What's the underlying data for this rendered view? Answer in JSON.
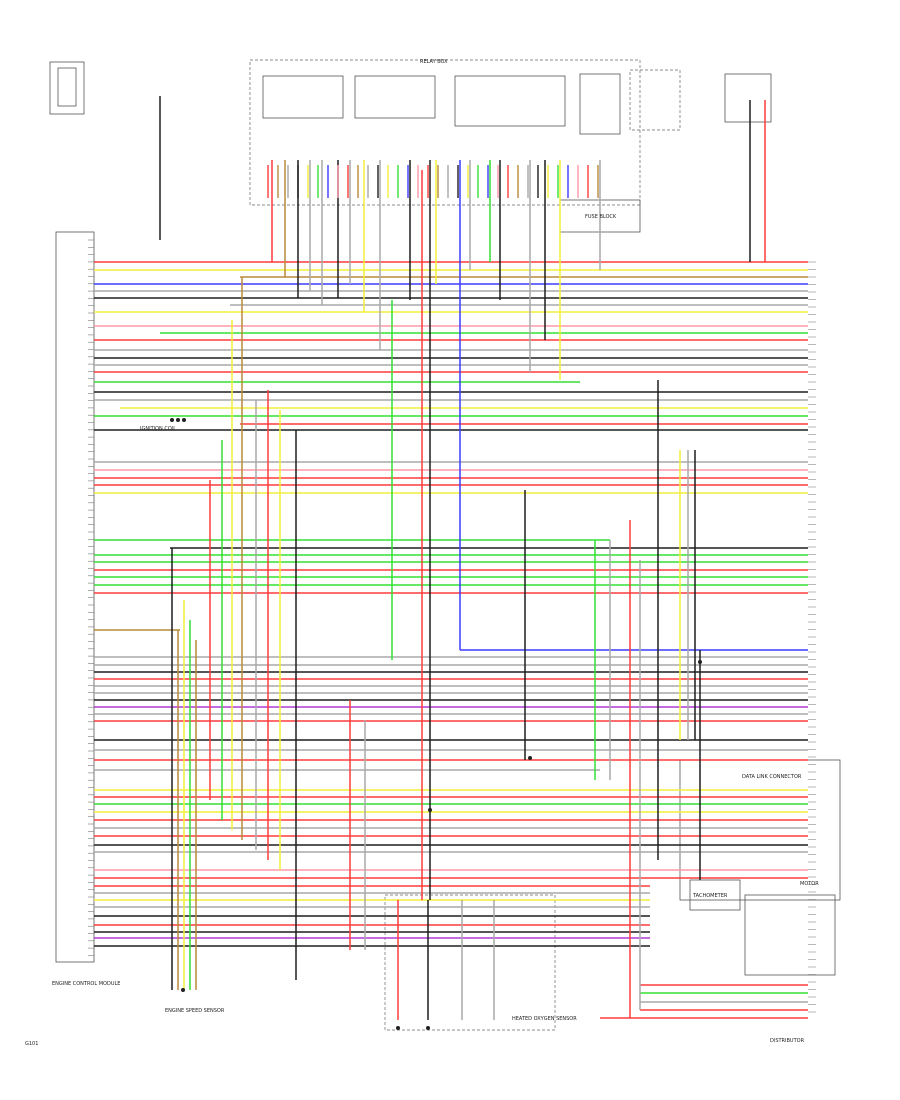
{
  "diagram": {
    "wire_colors": {
      "RED": "#ff3b3b",
      "GRN": "#33e033",
      "YEL": "#f2ef3a",
      "BLU": "#3c3cff",
      "BLK": "#1e1e1e",
      "GRY": "#a9a9a9",
      "VIO": "#b03ad6",
      "BRN": "#b98a3a",
      "PNK": "#ff9aa8",
      "ORN": "#ffb347",
      "WHT": "#d8d8d8"
    },
    "labels": {
      "ecm": "ENGINE CONTROL MODULE",
      "relay_box": "RELAY BOX",
      "fuse_block": "FUSE BLOCK",
      "tachometer": "TACHOMETER",
      "data_link": "DATA LINK CONNECTOR",
      "distributor": "DISTRIBUTOR",
      "motor": "MOTOR",
      "ground": "G101",
      "heated_oxygen_sensor": "HEATED OXYGEN SENSOR",
      "engine_speed_sensor": "ENGINE SPEED SENSOR",
      "ignition_coil": "IGNITION COIL"
    }
  }
}
